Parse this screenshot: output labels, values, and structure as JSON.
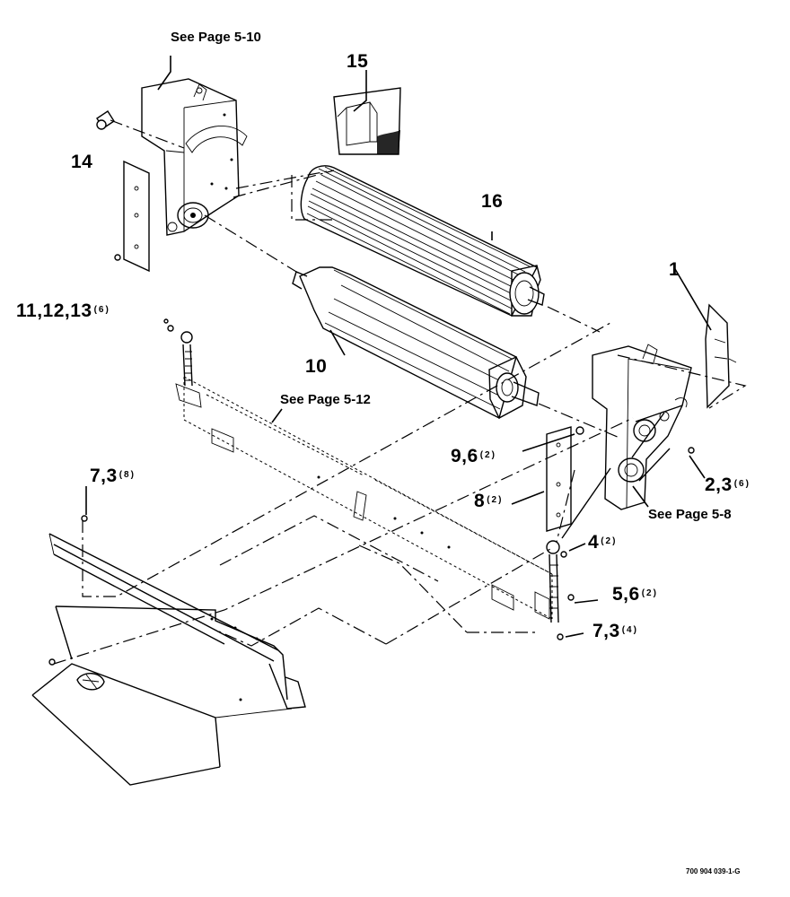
{
  "labels": {
    "see_5_10": "See Page 5-10",
    "see_5_12": "See Page 5-12",
    "see_5_8": "See Page 5-8",
    "item_15": "15",
    "item_14": "14",
    "item_16": "16",
    "item_1": "1",
    "item_11_12_13": "11,12,13",
    "qty_11_12_13": "(6)",
    "item_10": "10",
    "item_9_6": "9,6",
    "qty_9_6": "(2)",
    "item_2_3": "2,3",
    "qty_2_3": "(6)",
    "item_8": "8",
    "qty_8": "(2)",
    "item_7_3_top": "7,3",
    "qty_7_3_top": "(8)",
    "item_4": "4",
    "qty_4": "(2)",
    "item_5_6": "5,6",
    "qty_5_6": "(2)",
    "item_7_3_bottom": "7,3",
    "qty_7_3_bottom": "(4)"
  },
  "figure_code": "700 904 039-1-G"
}
